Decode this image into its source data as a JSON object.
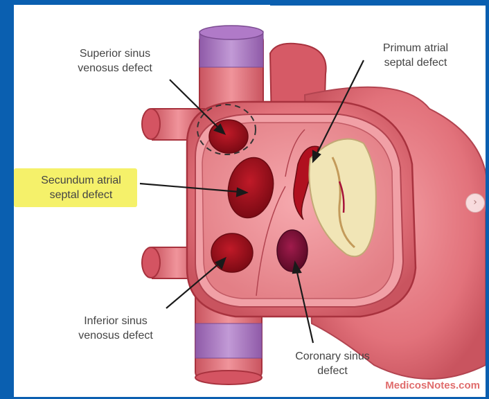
{
  "labels": {
    "superior_line1": "Superior sinus",
    "superior_line2": "venosus defect",
    "primum_line1": "Primum atrial",
    "primum_line2": "septal defect",
    "secundum_line1": "Secundum atrial",
    "secundum_line2": "septal defect",
    "inferior_line1": "Inferior sinus",
    "inferior_line2": "venosus defect",
    "coronary_line1": "Coronary sinus",
    "coronary_line2": "defect"
  },
  "watermark": "MedicosNotes.com",
  "next_icon": "chevron-right-icon",
  "colors": {
    "background_frame": "#0a5fb0",
    "highlight": "#f4ef5a",
    "heart": "#e9777f",
    "defect": "#9b0f1e",
    "watermark": "#e06c6c"
  }
}
